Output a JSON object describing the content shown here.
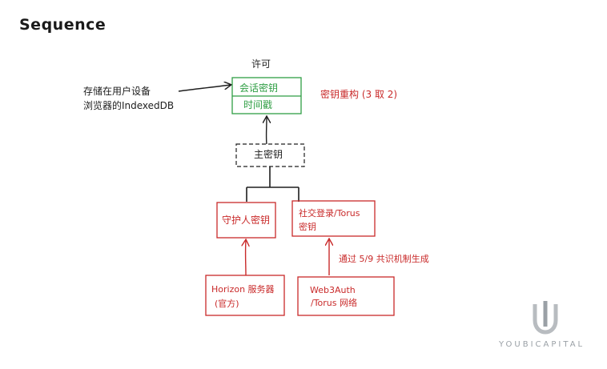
{
  "title": "Sequence",
  "permission_label": "许可",
  "storage_note": {
    "line1": "存储在用户设备",
    "line2": "浏览器的IndexedDB"
  },
  "session_box": {
    "session_key": "会话密钥",
    "timestamp": "时间戳"
  },
  "reconstruct_note": "密钥重构 (3 取 2)",
  "master_key": "主密钥",
  "guardian_key": "守护人密钥",
  "social_key": {
    "line1": "社交登录/Torus",
    "line2": "密钥"
  },
  "consensus_note": "通过 5/9 共识机制生成",
  "horizon_server": {
    "line1": "Horizon 服务器",
    "line2": "(官方)"
  },
  "web3auth": {
    "line1": "Web3Auth",
    "line2": "/Torus 网络"
  },
  "logo": {
    "text": "YOUBICAPITAL",
    "color": "#9aa0a6"
  },
  "colors": {
    "black": "#1e1e1e",
    "red": "#c92a2a",
    "green": "#2f9e44"
  }
}
